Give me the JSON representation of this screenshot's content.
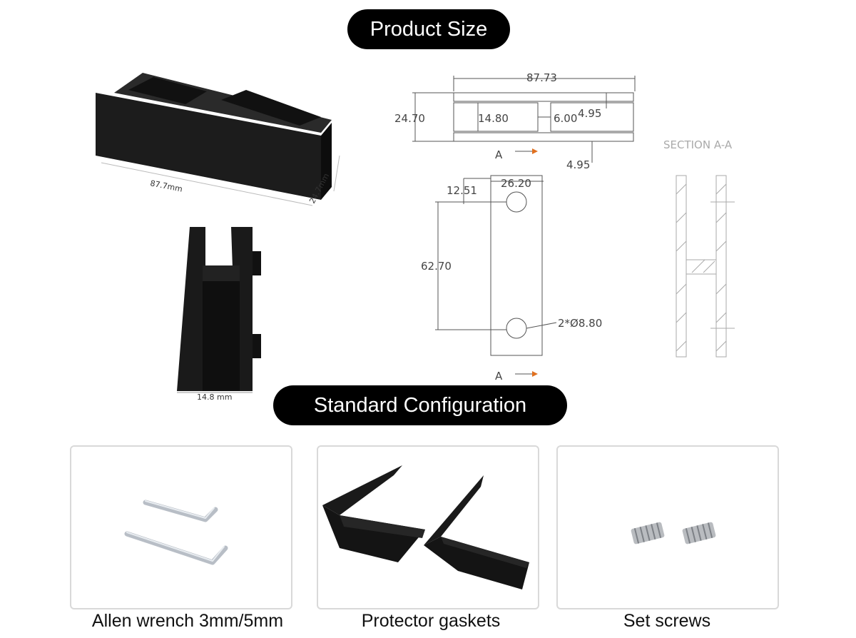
{
  "headings": {
    "product_size": "Product Size",
    "standard_configuration": "Standard Configuration"
  },
  "photo_labels": {
    "length": "87.7mm",
    "height": "24.7mm",
    "width": "14.8 mm"
  },
  "drawing": {
    "overall_length": "87.73",
    "height": "24.70",
    "inner_gap": "14.80",
    "gap_6": "6.00",
    "thickness_top": "4.95",
    "thickness_bottom": "4.95",
    "hole_offset_x": "26.20",
    "hole_offset_y": "12.51",
    "hole_spacing": "62.70",
    "holes": "2*Ø8.80",
    "section_marker_top": "A",
    "section_marker_bottom": "A",
    "section_title": "SECTION A-A"
  },
  "items": [
    {
      "caption": "Allen wrench 3mm/5mm",
      "icon": "allen-wrench-icon"
    },
    {
      "caption": "Protector gaskets",
      "icon": "gasket-icon"
    },
    {
      "caption": "Set screws",
      "icon": "set-screw-icon"
    }
  ],
  "colors": {
    "pill_bg": "#000000",
    "pill_text": "#ffffff",
    "panel_border": "#d9d9d9",
    "drawing_line": "#555555",
    "arrow_accent": "#e07020"
  }
}
